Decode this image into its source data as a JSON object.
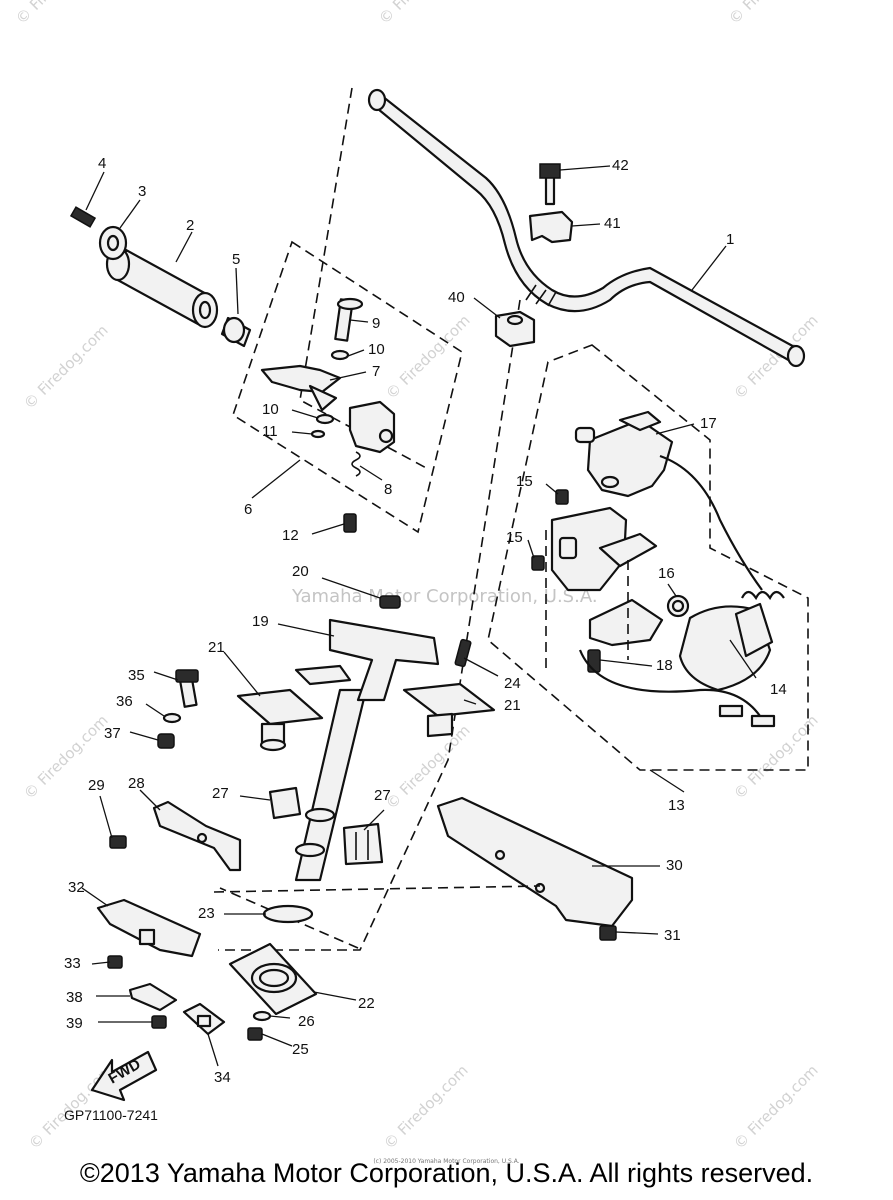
{
  "diagram": {
    "code": "GP71100-7241",
    "fwd_label": "FWD",
    "watermark": "© Firedog.com",
    "watermark_center": "Yamaha Motor Corporation, U.S.A.",
    "callouts": [
      "1",
      "2",
      "3",
      "4",
      "5",
      "6",
      "7",
      "8",
      "9",
      "10",
      "10",
      "11",
      "12",
      "13",
      "14",
      "15",
      "15",
      "16",
      "17",
      "18",
      "19",
      "20",
      "21",
      "21",
      "22",
      "23",
      "24",
      "25",
      "26",
      "27",
      "27",
      "28",
      "29",
      "30",
      "31",
      "32",
      "33",
      "34",
      "35",
      "36",
      "37",
      "38",
      "39",
      "40",
      "41",
      "42"
    ]
  },
  "footer": {
    "copyright": "©2013 Yamaha Motor Corporation, U.S.A. All rights reserved.",
    "small_credit": "(c) 2005-2010 Yamaha Motor Corporation, U.S.A."
  }
}
